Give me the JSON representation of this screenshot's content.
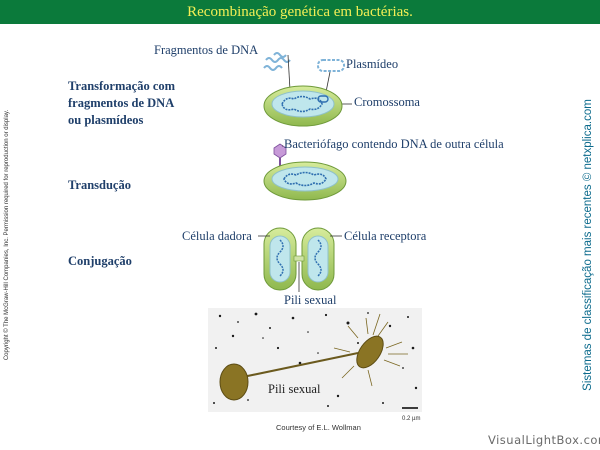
{
  "title": "Recombinação genética em bactérias.",
  "sections": {
    "transformation": {
      "line1": "Transformação com",
      "line2": "fragmentos de DNA",
      "line3": "ou plasmídeos"
    },
    "transduction": "Transdução",
    "conjugation": "Conjugação"
  },
  "labels": {
    "dna_fragments": "Fragmentos de DNA",
    "plasmid": "Plasmídeo",
    "chromosome": "Cromossoma",
    "bacteriophage": "Bacteriófago contendo DNA de outra célula",
    "donor_cell": "Célula dadora",
    "recipient_cell": "Célula receptora",
    "sex_pili_diagram": "Pili sexual",
    "sex_pili_photo": "Pili sexual"
  },
  "copyright": "Copyright © The McGraw-Hill Companies, Inc. Permission required for reproduction or display.",
  "side_caption": "Sistemas de classificação mais recentes © netxplica.com",
  "photo_credit": "Courtesy of E.L. Wollman",
  "scale_bar": "0.2 µm",
  "watermark": "VisualLightBox.com",
  "colors": {
    "title_bar": "#0b7a3b",
    "title_text": "#f4ef55",
    "label_text": "#1f3f6a",
    "cell_body": "#b9d97a",
    "cell_inner": "#bfe6ec",
    "dna": "#2f6fb0",
    "side_caption": "#0b6a8c"
  }
}
